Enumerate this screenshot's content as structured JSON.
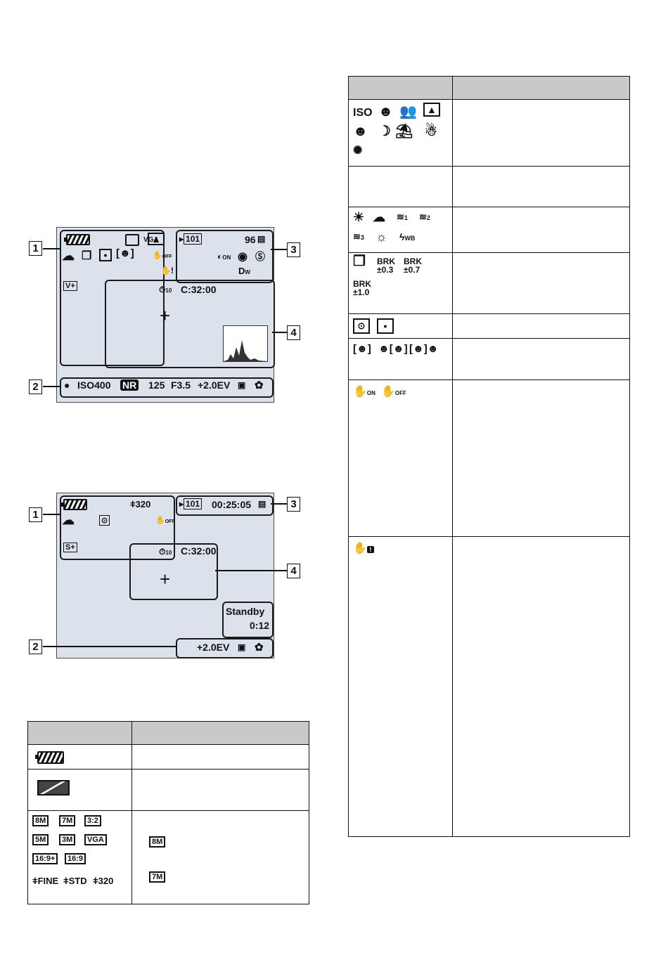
{
  "screen1": {
    "callouts": [
      "1",
      "2",
      "3",
      "4"
    ],
    "size_icon": "VGA",
    "folder": "101",
    "shots_remaining": "96",
    "self_timer": "10",
    "clock": "C:32:00",
    "mode_marker": "V+",
    "bottom_bar": {
      "iso": "ISO400",
      "nr": "NR",
      "shutter": "125",
      "aperture": "F3.5",
      "ev": "+2.0EV"
    },
    "focus_cross": "+",
    "anti_blur_off": "OFF",
    "redeye_on": "ON"
  },
  "screen2": {
    "callouts": [
      "1",
      "2",
      "3",
      "4"
    ],
    "movie_size": "320",
    "folder": "101",
    "timecode": "00:25:05",
    "self_timer": "10",
    "clock": "C:32:00",
    "mode_marker": "S+",
    "standby": "Standby",
    "standby_time": "0:12",
    "ev": "+2.0EV",
    "focus_cross": "+",
    "anti_blur_off": "OFF"
  },
  "table_left": {
    "headers": [
      "",
      ""
    ],
    "image_size_labels": [
      "8M",
      "7M",
      "3:2",
      "5M",
      "3M",
      "VGA",
      "16:9+",
      "16:9"
    ],
    "movie_labels": [
      "FINE",
      "STD",
      "320"
    ],
    "desc_icons": [
      "8M",
      "7M"
    ]
  },
  "table_right": {
    "headers": [
      "",
      ""
    ],
    "iso_label": "ISO",
    "wb_labels": [
      "1",
      "2",
      "3",
      "WB"
    ],
    "brk_labels": [
      "BRK ±0.3",
      "BRK ±0.7",
      "BRK ±1.0"
    ],
    "stab_labels": [
      "ON",
      "OFF"
    ]
  }
}
